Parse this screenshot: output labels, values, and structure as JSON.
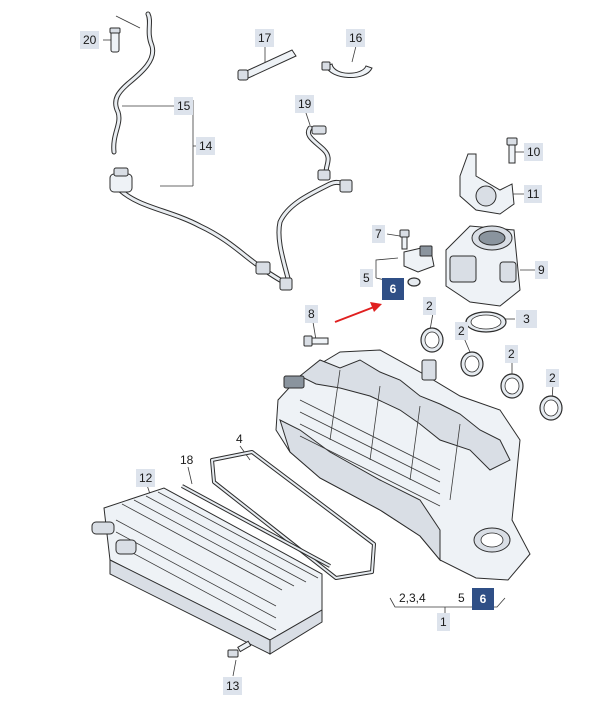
{
  "labels": {
    "p1": "1",
    "p2a": "2",
    "p2b": "2",
    "p2c": "2",
    "p2d": "2",
    "p234": "2,3,4",
    "p3": "3",
    "p4": "4",
    "p5a": "5",
    "p5b": "5",
    "p6a": "6",
    "p6b": "6",
    "p7": "7",
    "p8": "8",
    "p9": "9",
    "p10": "10",
    "p11": "11",
    "p12": "12",
    "p13": "13",
    "p14": "14",
    "p15": "15",
    "p16": "16",
    "p17": "17",
    "p18": "18",
    "p19": "19",
    "p20": "20"
  },
  "colors": {
    "label_bg": "#dde3ec",
    "highlight_bg": "#2f4f86",
    "arrow": "#e02020"
  }
}
